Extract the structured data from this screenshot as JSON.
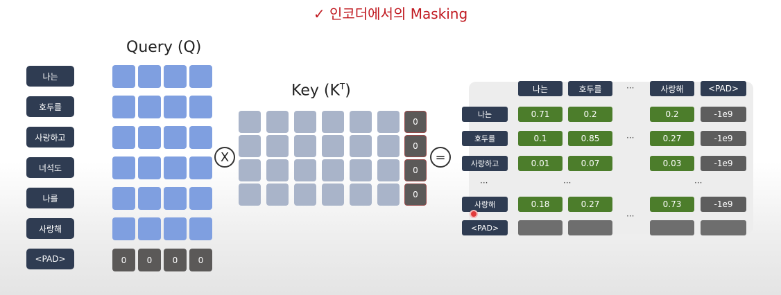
{
  "title": "✓ 인코더에서의 Masking",
  "query": {
    "label": "Query (Q)",
    "tokens": [
      "나는",
      "호두를",
      "사랑하고",
      "녀석도",
      "나를",
      "사랑해",
      "<PAD>"
    ],
    "pad_values": [
      "0",
      "0",
      "0",
      "0"
    ]
  },
  "key": {
    "label": "Key (K",
    "superscript": "T",
    "label_close": ")",
    "pad_values": [
      "0",
      "0",
      "0",
      "0"
    ]
  },
  "operators": {
    "multiply": "X",
    "equals": "="
  },
  "result": {
    "col_headers": [
      "나는",
      "호두를",
      "···",
      "사랑해",
      "<PAD>"
    ],
    "row_labels": [
      "나는",
      "호두를",
      "사랑하고",
      "사랑해",
      "<PAD>"
    ],
    "rows": [
      [
        "0.71",
        "0.2",
        "",
        "0.2",
        "-1e9"
      ],
      [
        "0.1",
        "0.85",
        "···",
        "0.27",
        "-1e9"
      ],
      [
        "0.01",
        "0.07",
        "",
        "0.03",
        "-1e9"
      ],
      [
        "0.18",
        "0.27",
        "",
        "0.73",
        "-1e9"
      ]
    ],
    "ellipsis": "···",
    "colors": {
      "value": "#4c7d2b",
      "masked": "#5d5d5d",
      "label": "#2f3c52"
    }
  }
}
